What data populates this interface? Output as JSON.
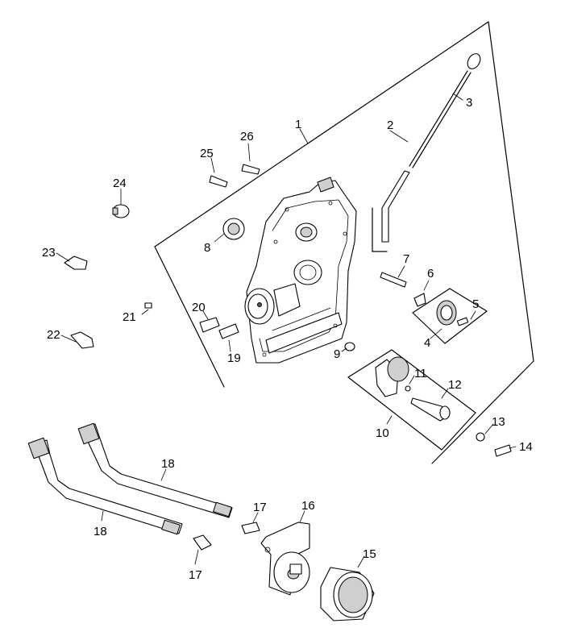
{
  "callouts": {
    "c1": "1",
    "c2": "2",
    "c3": "3",
    "c4": "4",
    "c5": "5",
    "c6": "6",
    "c7": "7",
    "c8": "8",
    "c9": "9",
    "c10": "10",
    "c11": "11",
    "c12": "12",
    "c13": "13",
    "c14": "14",
    "c15": "15",
    "c16": "16",
    "c17a": "17",
    "c17b": "17",
    "c18a": "18",
    "c18b": "18",
    "c19": "19",
    "c20": "20",
    "c21": "21",
    "c22": "22",
    "c23": "23",
    "c24": "24",
    "c25": "25",
    "c26": "26"
  }
}
